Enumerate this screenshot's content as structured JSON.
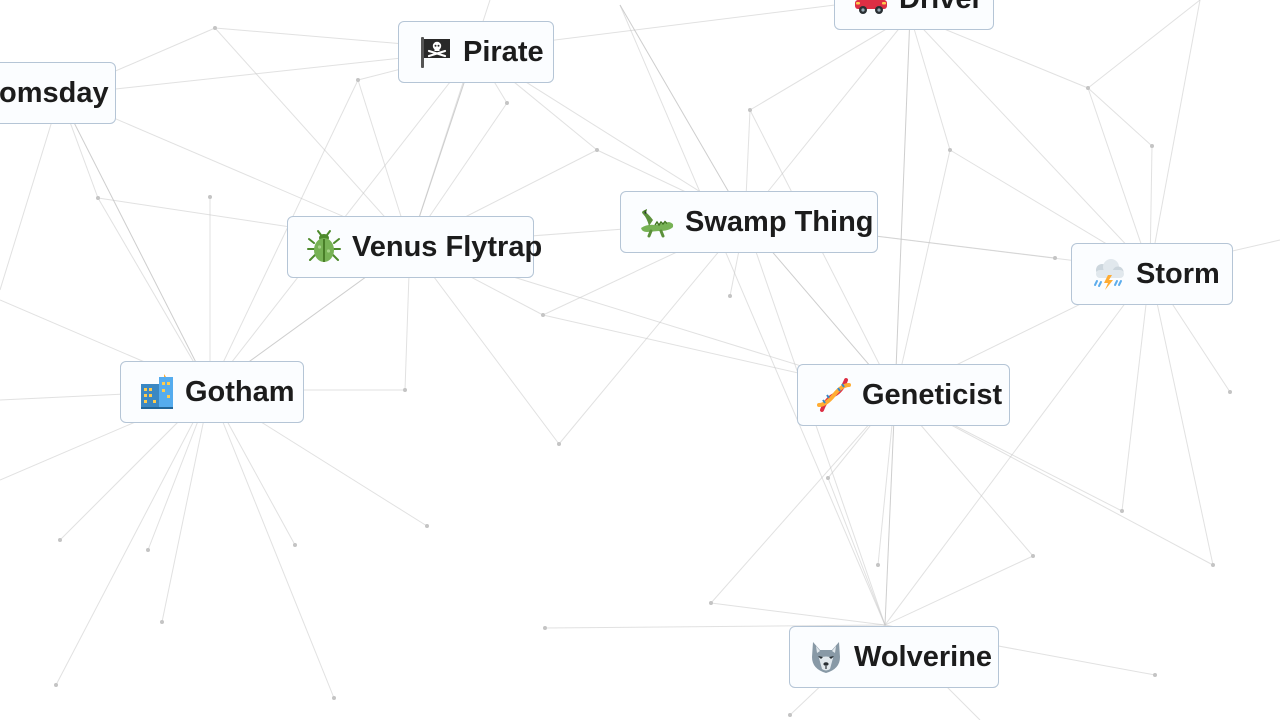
{
  "canvas": {
    "background": "#ffffff",
    "line_color": "#c9c9c9",
    "item_border_color": "#b5c5d6"
  },
  "items": {
    "doomsday": {
      "label": "omsday",
      "icon": "none"
    },
    "pirate": {
      "label": "Pirate",
      "icon": "pirate-flag-icon"
    },
    "driver": {
      "label": "Driver",
      "icon": "car-icon"
    },
    "venus_flytrap": {
      "label": "Venus Flytrap",
      "icon": "beetle-icon"
    },
    "swamp_thing": {
      "label": "Swamp Thing",
      "icon": "crocodile-icon"
    },
    "storm": {
      "label": "Storm",
      "icon": "storm-cloud-icon"
    },
    "gotham": {
      "label": "Gotham",
      "icon": "city-icon"
    },
    "geneticist": {
      "label": "Geneticist",
      "icon": "dna-icon"
    },
    "wolverine": {
      "label": "Wolverine",
      "icon": "wolf-icon"
    }
  }
}
